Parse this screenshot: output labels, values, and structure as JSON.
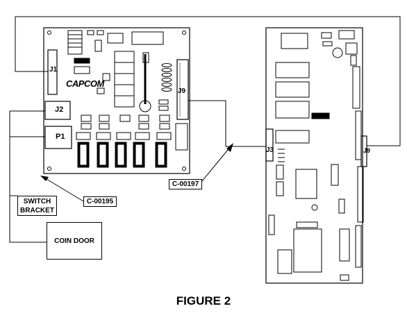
{
  "board_left": {
    "connectors": {
      "j1": "J1",
      "j2": "J2",
      "p1": "P1",
      "j9": "J9"
    },
    "logo": "CAPCOM"
  },
  "board_right": {
    "connectors": {
      "j3": "J3",
      "j9": "J9"
    }
  },
  "labels": {
    "switch_bracket_line1": "SWITCH",
    "switch_bracket_line2": "BRACKET",
    "cable_c00195": "C-00195",
    "cable_c00197": "C-00197",
    "coin_door": "COIN DOOR"
  },
  "caption": "FIGURE 2",
  "colors": {
    "ink": "#000000",
    "paper": "#ffffff",
    "grey": "#808080"
  }
}
